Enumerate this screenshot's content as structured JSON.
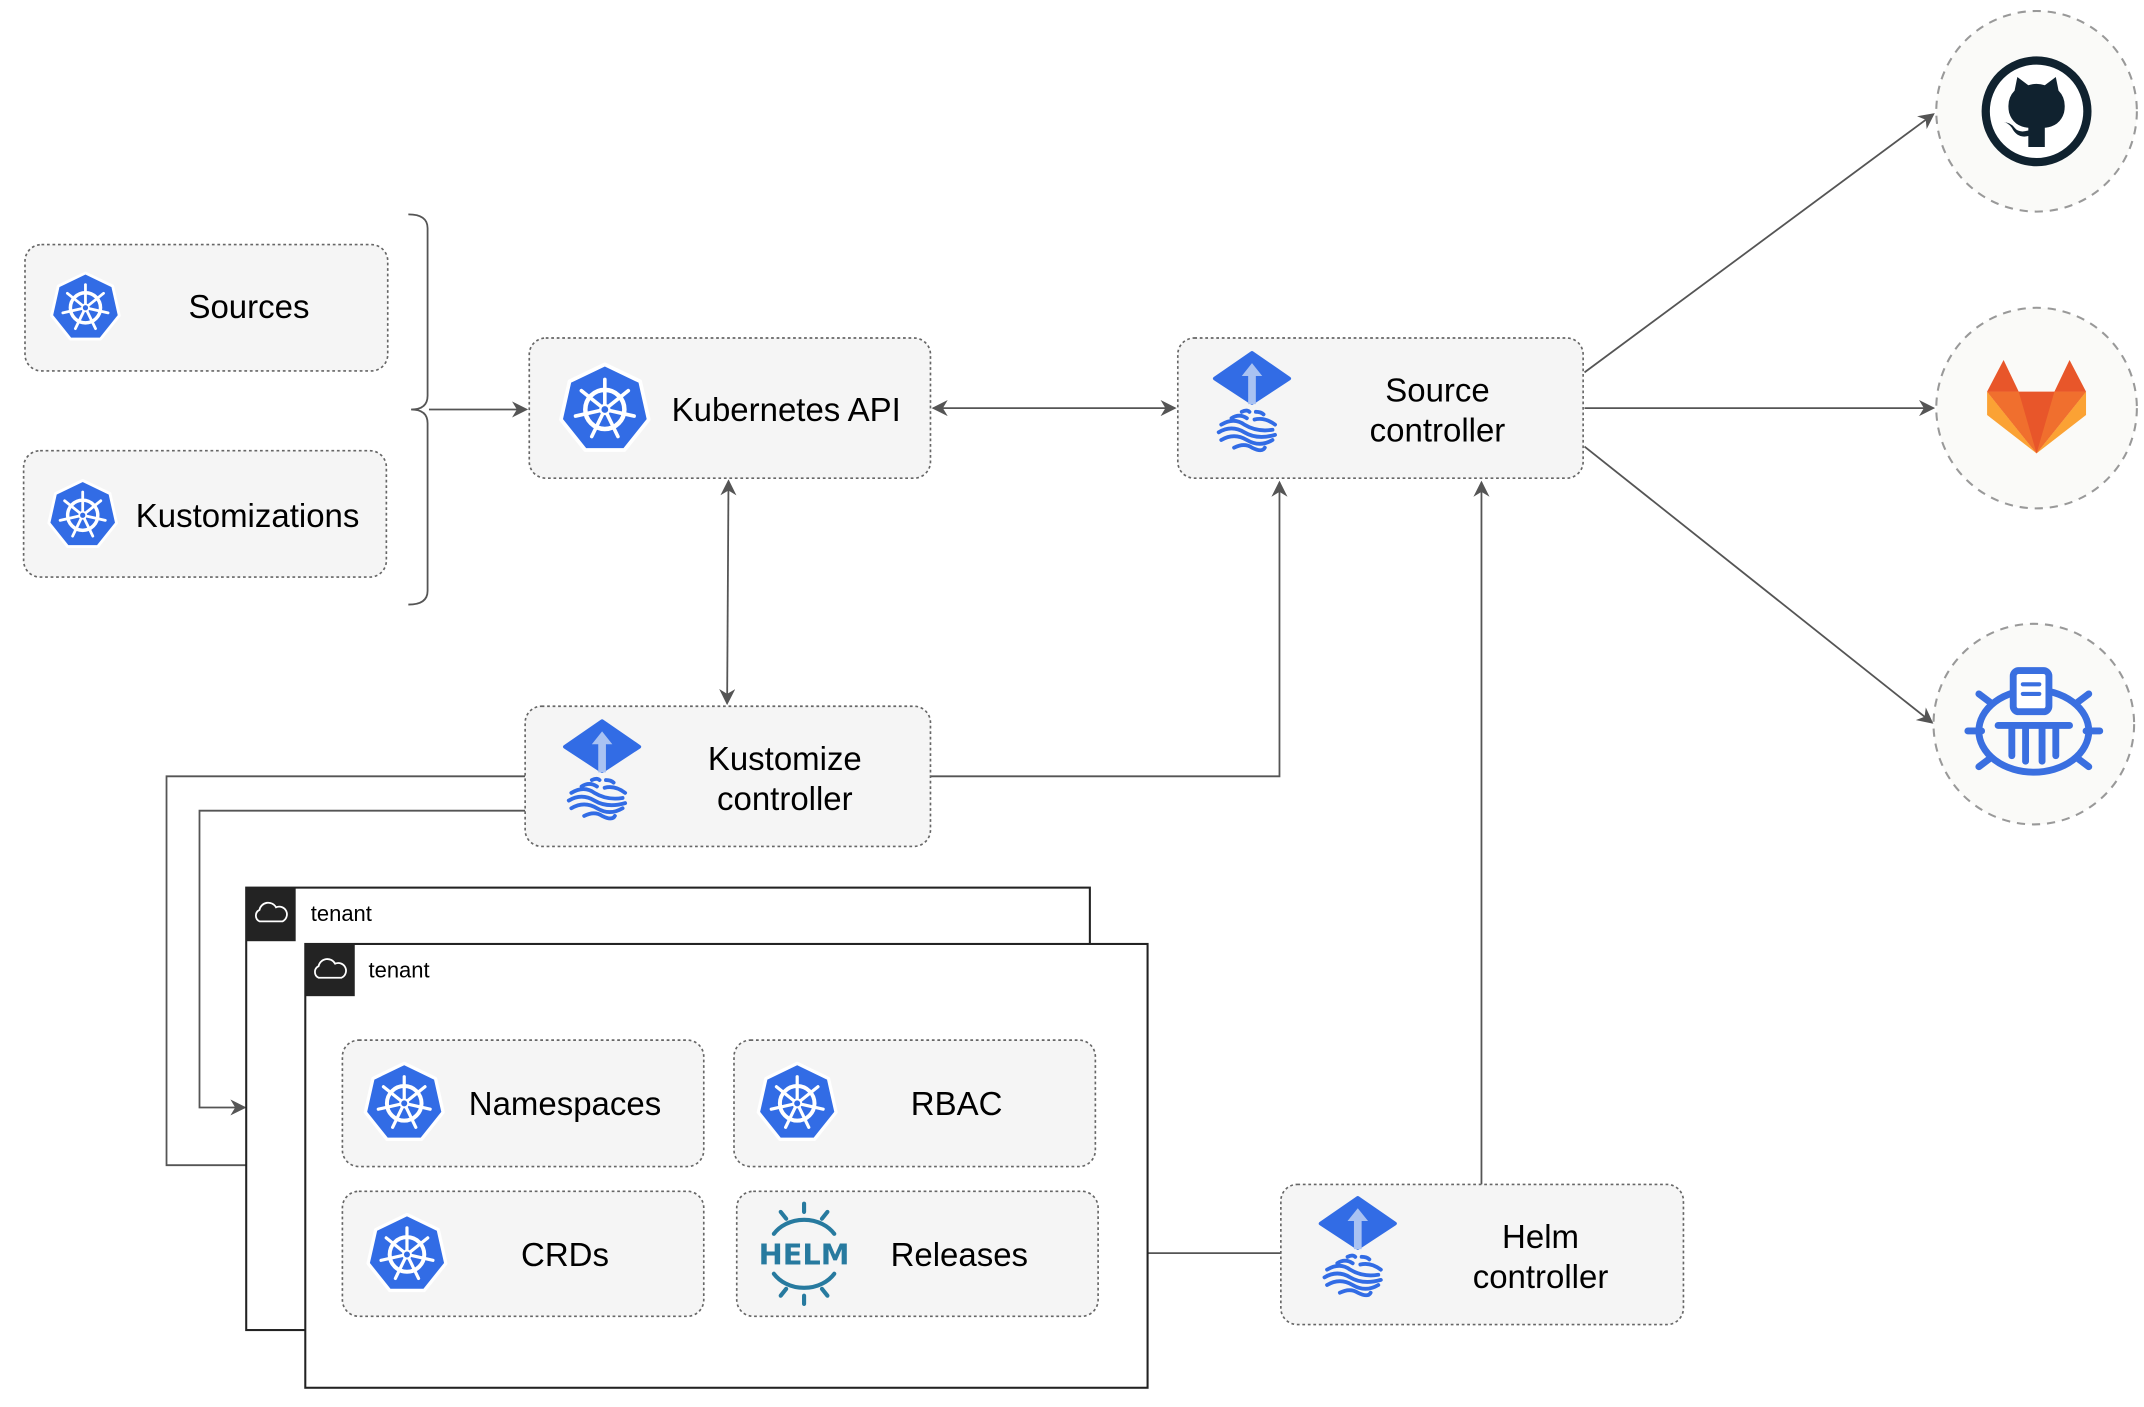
{
  "colors": {
    "kubernetes_blue": "#326ce5",
    "flux_light": "#a9c2f2",
    "helm": "#277a9f",
    "github": "#10222f",
    "gitlab_orange": "#e8562a",
    "gitlab_yellow": "#fba234",
    "edge": "#555555",
    "box_fill": "#f5f5f5"
  },
  "inputs": [
    {
      "label": "Sources",
      "icon": "kubernetes-icon"
    },
    {
      "label": "Kustomizations",
      "icon": "kubernetes-icon"
    }
  ],
  "kubernetes_api": {
    "label": "Kubernetes API",
    "icon": "kubernetes-icon"
  },
  "source_controller": {
    "line1": "Source",
    "line2": "controller",
    "icon": "flux-icon"
  },
  "kustomize_controller": {
    "line1": "Kustomize",
    "line2": "controller",
    "icon": "flux-icon"
  },
  "helm_controller": {
    "line1": "Helm",
    "line2": "controller",
    "icon": "flux-icon"
  },
  "repositories": [
    {
      "icon": "github-icon"
    },
    {
      "icon": "gitlab-icon"
    },
    {
      "icon": "bucket-icon"
    }
  ],
  "tenants": [
    {
      "label": "tenant",
      "icon": "cloud-icon"
    },
    {
      "label": "tenant",
      "icon": "cloud-icon"
    }
  ],
  "resources": [
    {
      "label": "Namespaces",
      "icon": "kubernetes-icon"
    },
    {
      "label": "RBAC",
      "icon": "kubernetes-icon"
    },
    {
      "label": "CRDs",
      "icon": "kubernetes-icon"
    },
    {
      "label": "Releases",
      "icon": "helm-icon",
      "icon_text": "HELM"
    }
  ]
}
